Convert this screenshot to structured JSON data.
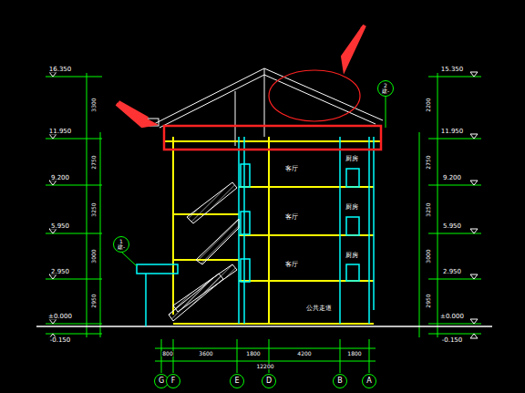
{
  "diagram": {
    "nodes": [
      {
        "text": [
          "G"
        ]
      },
      {
        "text": [
          "F"
        ]
      },
      {
        "text": [
          "E"
        ]
      },
      {
        "text": [
          "D"
        ]
      },
      {
        "text": [
          "B"
        ]
      },
      {
        "text": [
          "A"
        ]
      },
      {
        "text": [
          "2",
          "建-"
        ]
      },
      {
        "text": [
          "1",
          "建-"
        ]
      }
    ],
    "labels": [
      "16.350",
      "11.950",
      "9.200",
      "5.950",
      "2.950",
      "±0.000",
      "-0.150",
      "15.350",
      "11.950",
      "9.200",
      "5.950",
      "2.950",
      "±0.000",
      "-0.150",
      "3300",
      "2750",
      "3250",
      "3000",
      "2950",
      "2200",
      "2750",
      "3250",
      "3000",
      "2950",
      "800",
      "3600",
      "1800",
      "4200",
      "1800",
      "12200",
      "厨房",
      "厨房",
      "厨房",
      "客厅",
      "客厅",
      "客厅",
      "公共走道"
    ]
  }
}
